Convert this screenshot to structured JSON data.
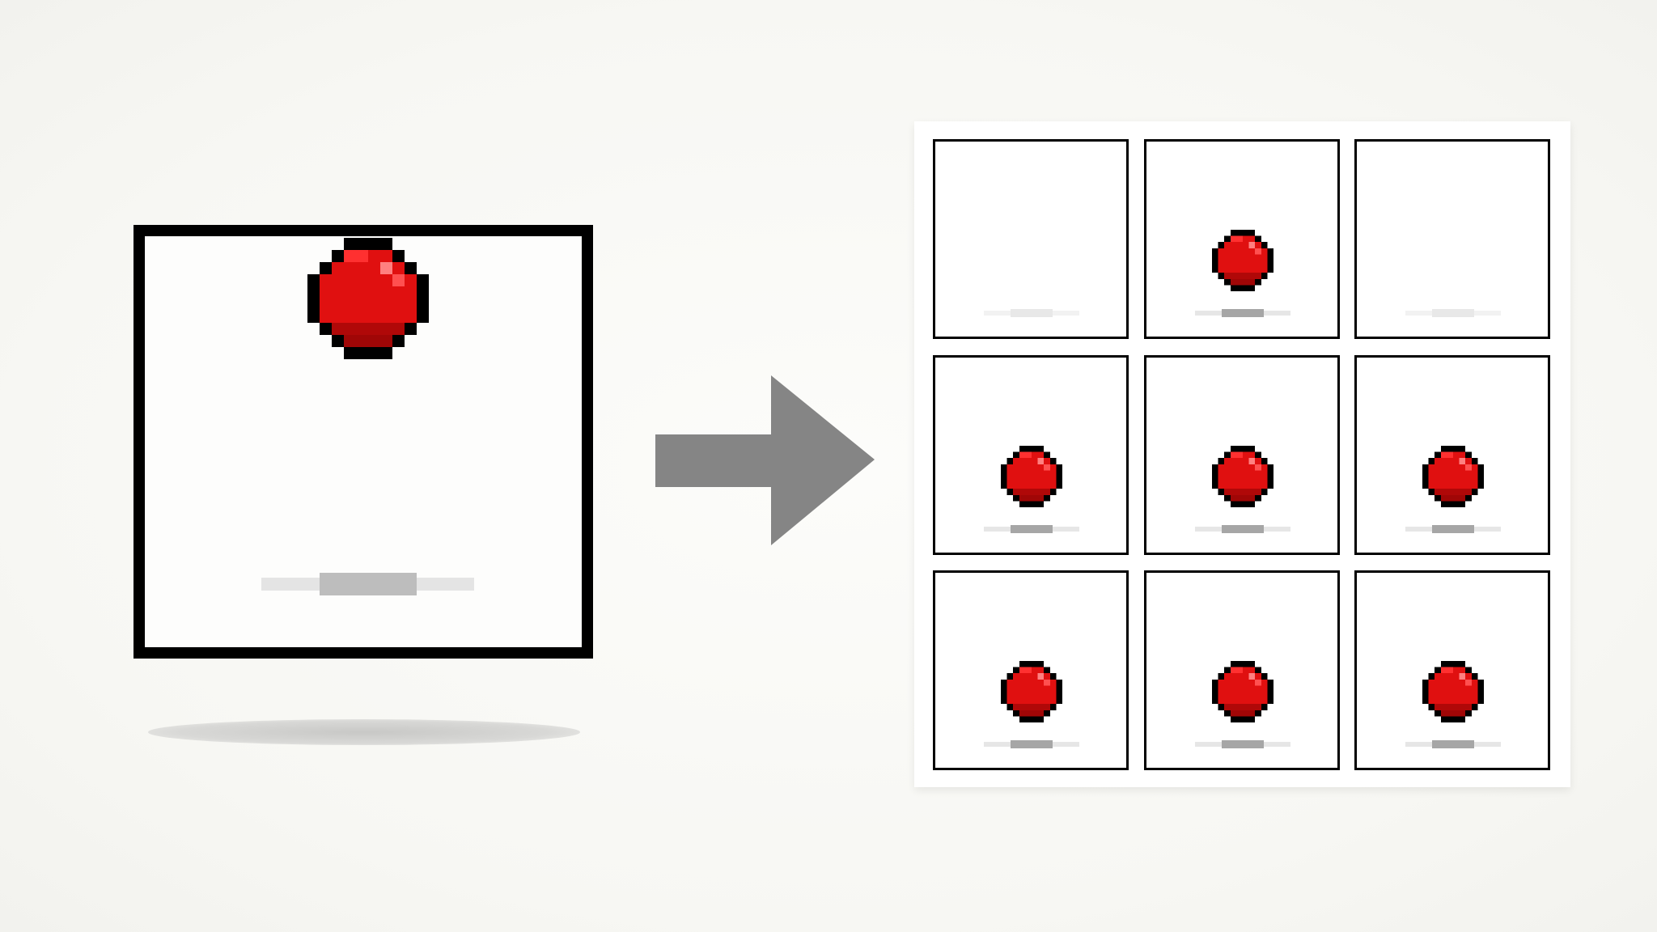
{
  "source_frame": {
    "ball_visible": true,
    "ball_color": "#e01010",
    "shadow_color": "#b0b0b0"
  },
  "arrow": {
    "color": "#858585",
    "direction": "right"
  },
  "frame_grid": {
    "rows": 3,
    "cols": 3,
    "frames": [
      {
        "ball_visible": false
      },
      {
        "ball_visible": true
      },
      {
        "ball_visible": false
      },
      {
        "ball_visible": true
      },
      {
        "ball_visible": true
      },
      {
        "ball_visible": true
      },
      {
        "ball_visible": true
      },
      {
        "ball_visible": true
      },
      {
        "ball_visible": true
      }
    ]
  },
  "colors": {
    "ball": "#e01010",
    "ball_outline": "#000000",
    "highlight": "#ff8080",
    "arrow": "#858585",
    "frame_border": "#000000"
  }
}
